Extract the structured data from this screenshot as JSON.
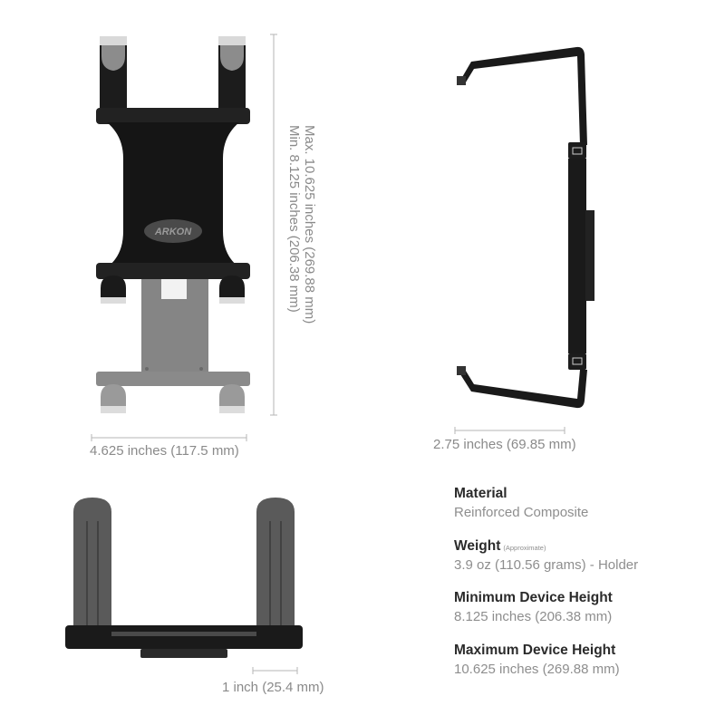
{
  "brand_logo": "ARKON",
  "dimensions": {
    "height_max": "Max. 10.625 inches (269.88 mm)",
    "height_min": "Min. 8.125 inches (206.38 mm)",
    "width": "4.625 inches (117.5 mm)",
    "depth": "2.75 inches (69.85 mm)",
    "grip_depth": "1 inch (25.4 mm)"
  },
  "specs": [
    {
      "title": "Material",
      "note": "",
      "value": "Reinforced Composite"
    },
    {
      "title": "Weight",
      "note": "(Approximate)",
      "value": "3.9 oz (110.56 grams) - Holder"
    },
    {
      "title": "Minimum Device Height",
      "note": "",
      "value": "8.125 inches (206.38 mm)"
    },
    {
      "title": "Maximum Device Height",
      "note": "",
      "value": "10.625  inches (269.88 mm)"
    }
  ],
  "colors": {
    "holder_black": "#1a1a1a",
    "holder_gray": "#7a7a7a",
    "dimension_line": "#b5b5b5",
    "label_gray": "#8a8a8a",
    "title_dark": "#2b2b2b"
  }
}
